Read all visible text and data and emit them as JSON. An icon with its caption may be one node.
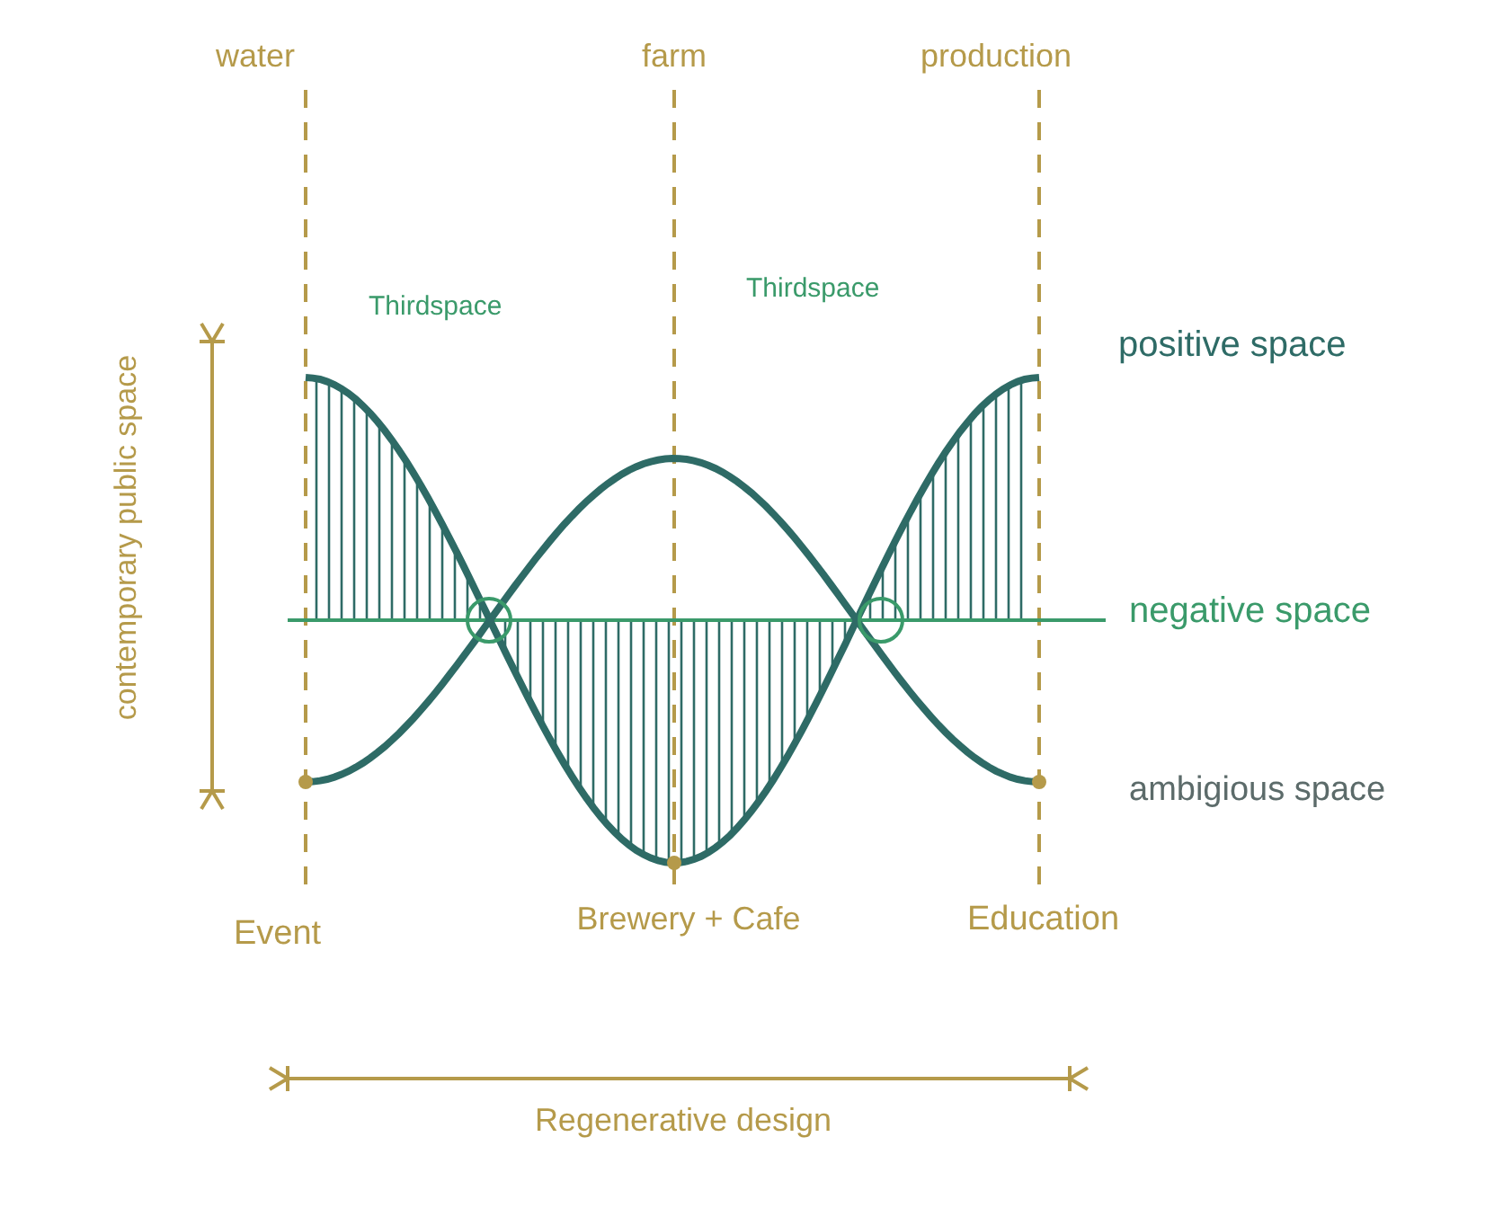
{
  "diagram": {
    "labels": [
      "water",
      "farm",
      "production",
      "Thirdspace",
      "Thirdspace",
      "positive space",
      "contemporary public space",
      "negative space",
      "ambigious space",
      "Event",
      "Brewery + Cafe",
      "Education",
      "Regenerative design"
    ]
  }
}
